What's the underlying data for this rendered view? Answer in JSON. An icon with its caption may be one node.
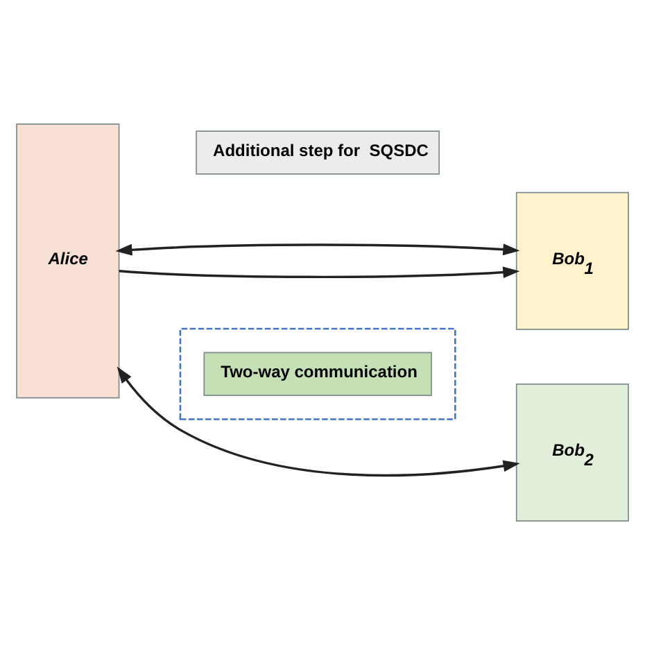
{
  "diagram": {
    "nodes": [
      {
        "text": [
          "Alice"
        ]
      },
      {
        "text": [
          "Additional step for  SQSDC"
        ]
      },
      {
        "text": [
          "Bob$_{1}$"
        ]
      },
      {
        "text": [],
        "shape": "box"
      },
      {
        "text": [
          "Two-way communication"
        ],
        "in": 3
      },
      {
        "text": [
          "Bob$_{2}$"
        ]
      }
    ],
    "edges": [
      {
        "from": 0,
        "to": 2,
        "arrow": "to"
      },
      {
        "from": 0,
        "to": 2,
        "arrow": "both"
      },
      {
        "from": 0,
        "to": 5,
        "arrow": "both"
      }
    ]
  }
}
